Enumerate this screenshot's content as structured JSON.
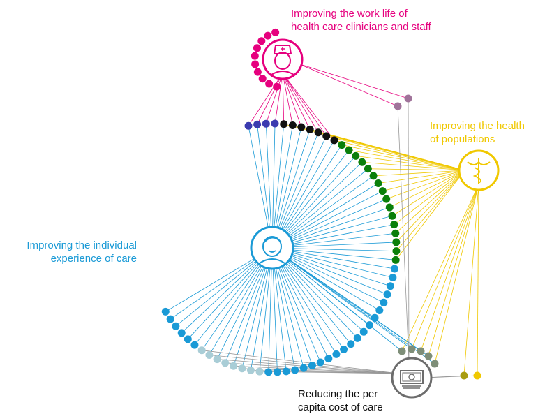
{
  "labels": {
    "staff": [
      "Improving the work life of",
      "health care clinicians and staff"
    ],
    "populations": [
      "Improving the health",
      "of populations"
    ],
    "experience": [
      "Improving the individual",
      "experience of care"
    ],
    "cost": [
      "Reducing the per",
      "capita cost of care"
    ]
  },
  "colors": {
    "staff": "#e6007e",
    "populations": "#f0c800",
    "experience": "#1a9ad6",
    "cost": "#6d6d6d",
    "navy": "#3b3bb0",
    "black": "#111111",
    "green": "#0a7f0a",
    "lightblue": "#a9cdd6",
    "graygreen": "#7e8e78",
    "mauve": "#a0739a",
    "olive": "#a89c10"
  },
  "icons": {
    "staff": "nurse-icon",
    "populations": "caduceus-icon",
    "experience": "patient-icon",
    "cost": "money-icon"
  }
}
